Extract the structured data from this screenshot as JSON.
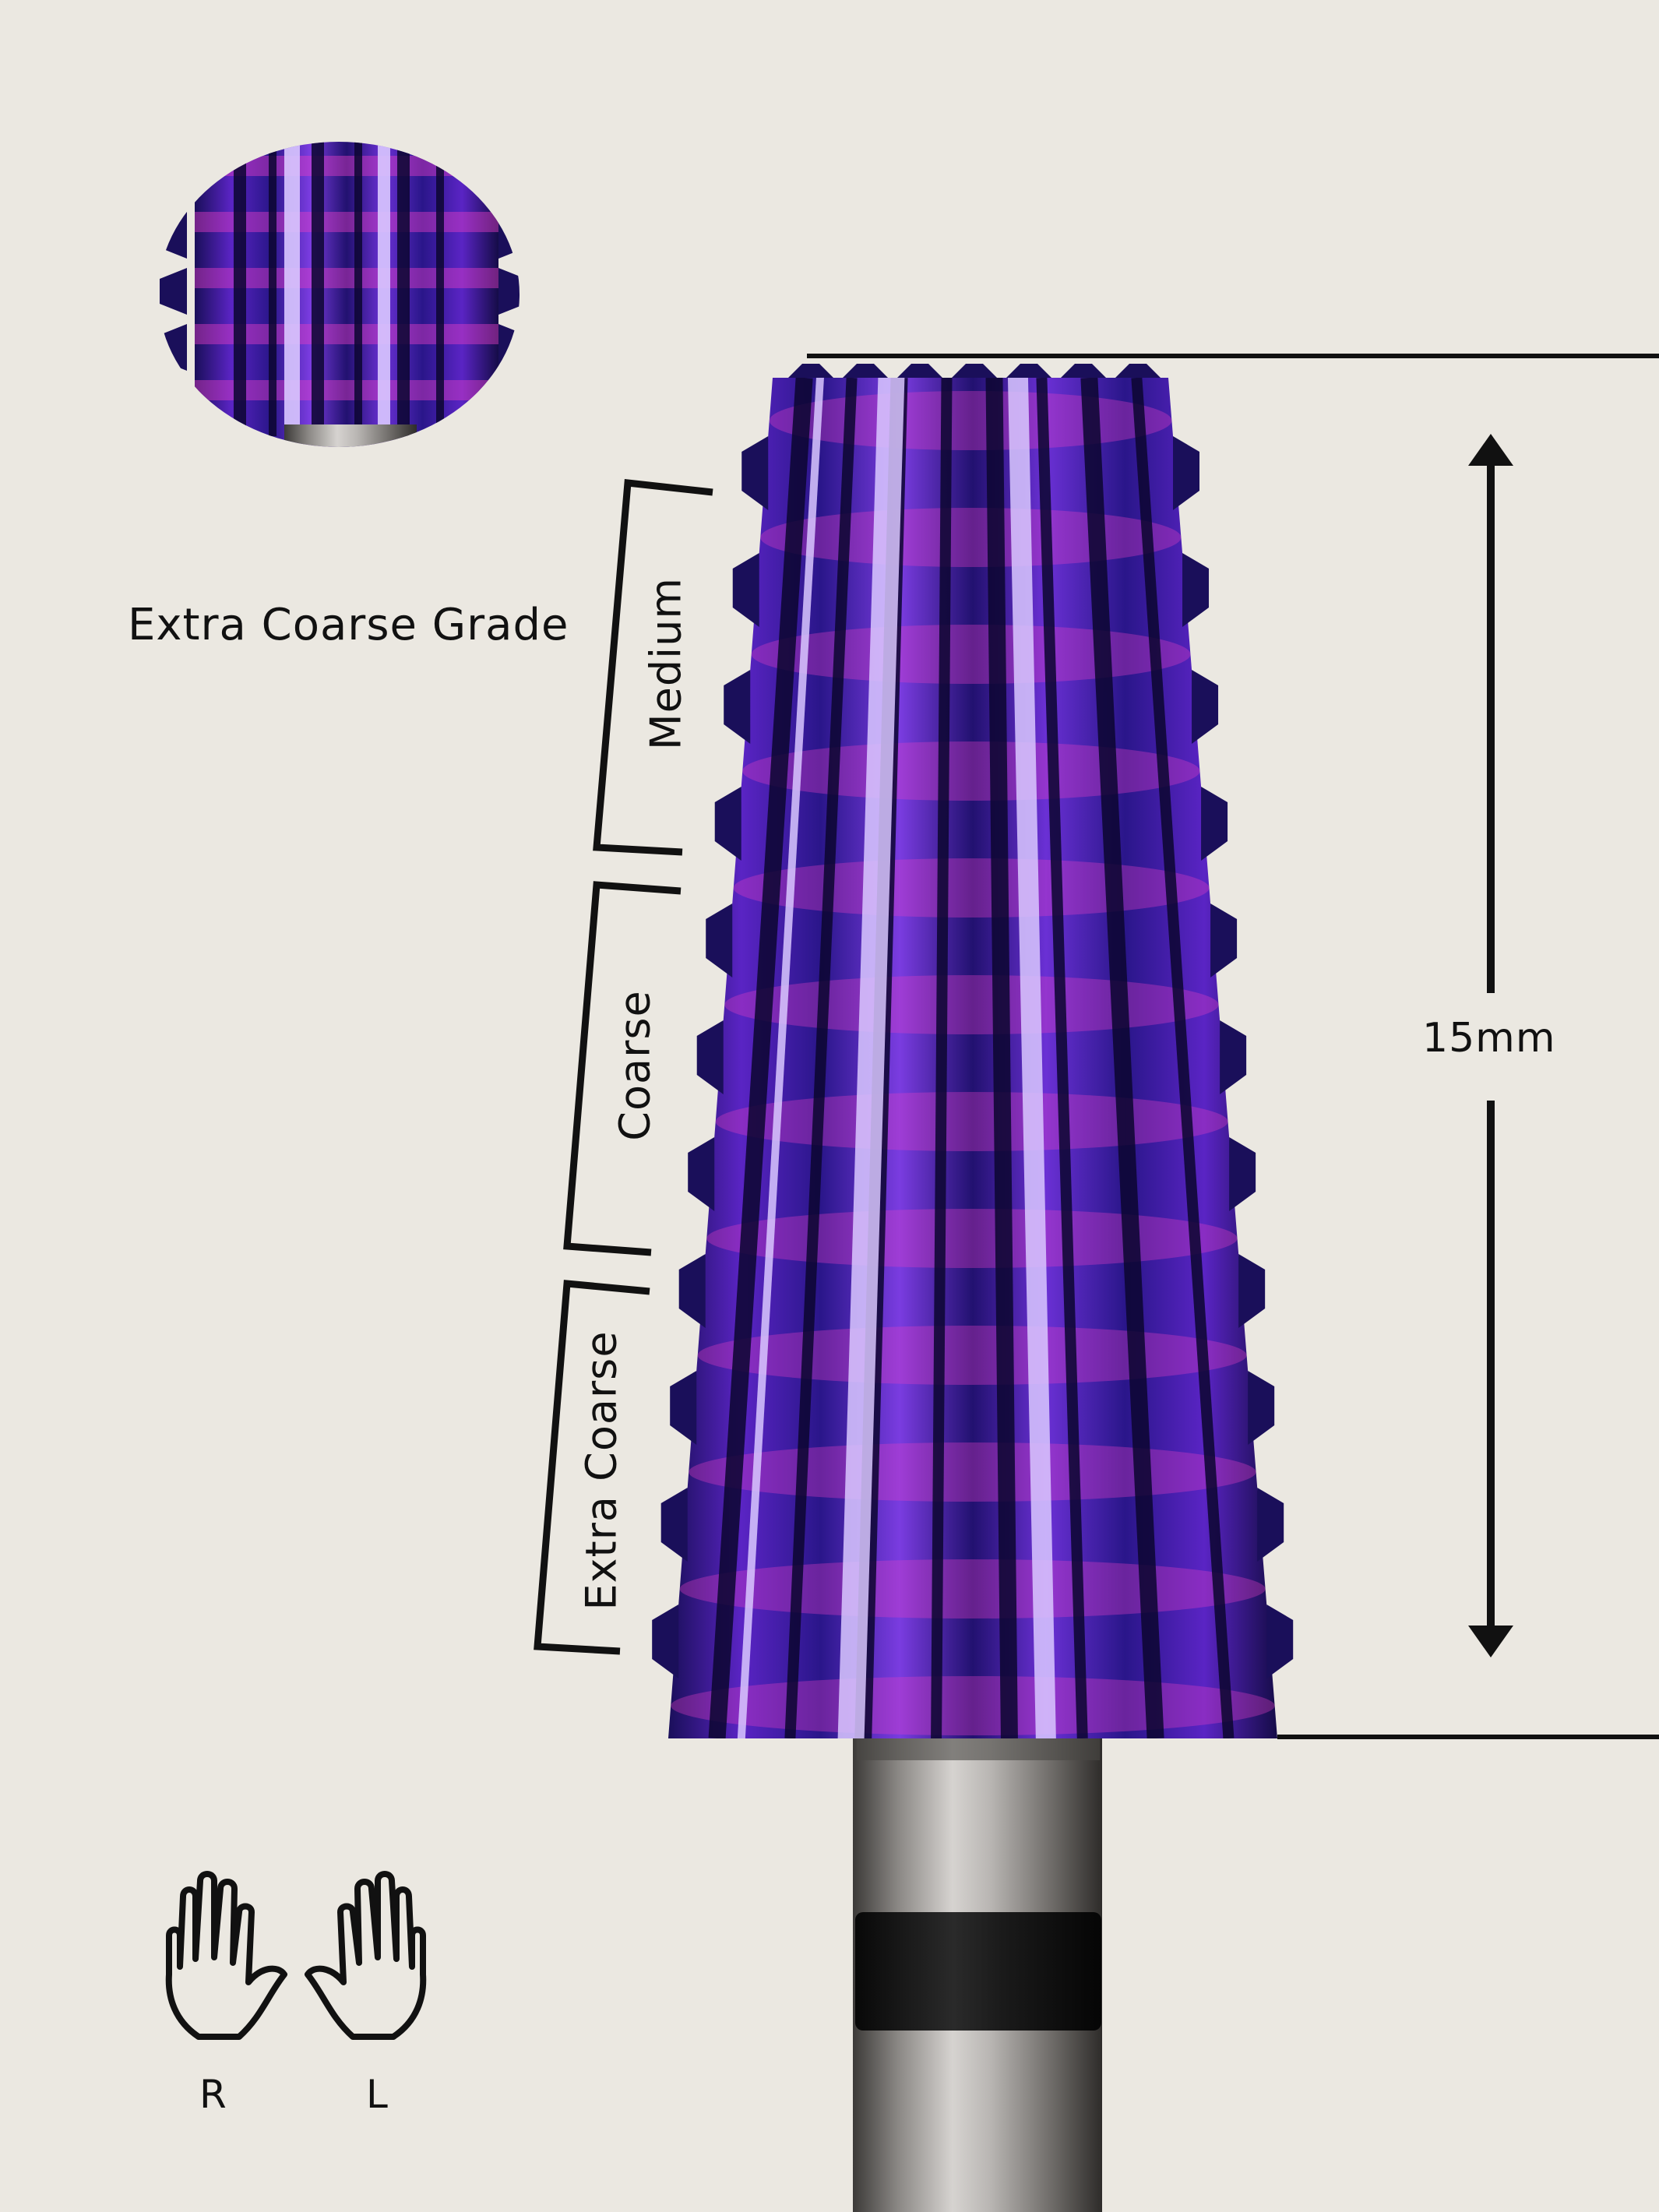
{
  "detail_inset": {
    "caption": "Extra Coarse Grade"
  },
  "grit_zones": [
    {
      "label": "Medium"
    },
    {
      "label": "Coarse"
    },
    {
      "label": "Extra Coarse"
    }
  ],
  "dimension": {
    "label": "15mm"
  },
  "hands": {
    "right_label": "R",
    "left_label": "L"
  },
  "colors": {
    "background": "#ebe8e1",
    "ink": "#111111",
    "bit_dark": "#1a0f5a",
    "bit_mid": "#5a24c4",
    "bit_glow": "#e23fc3",
    "bit_highlight": "#d9c8ff",
    "shank": "#b9b6b3"
  }
}
